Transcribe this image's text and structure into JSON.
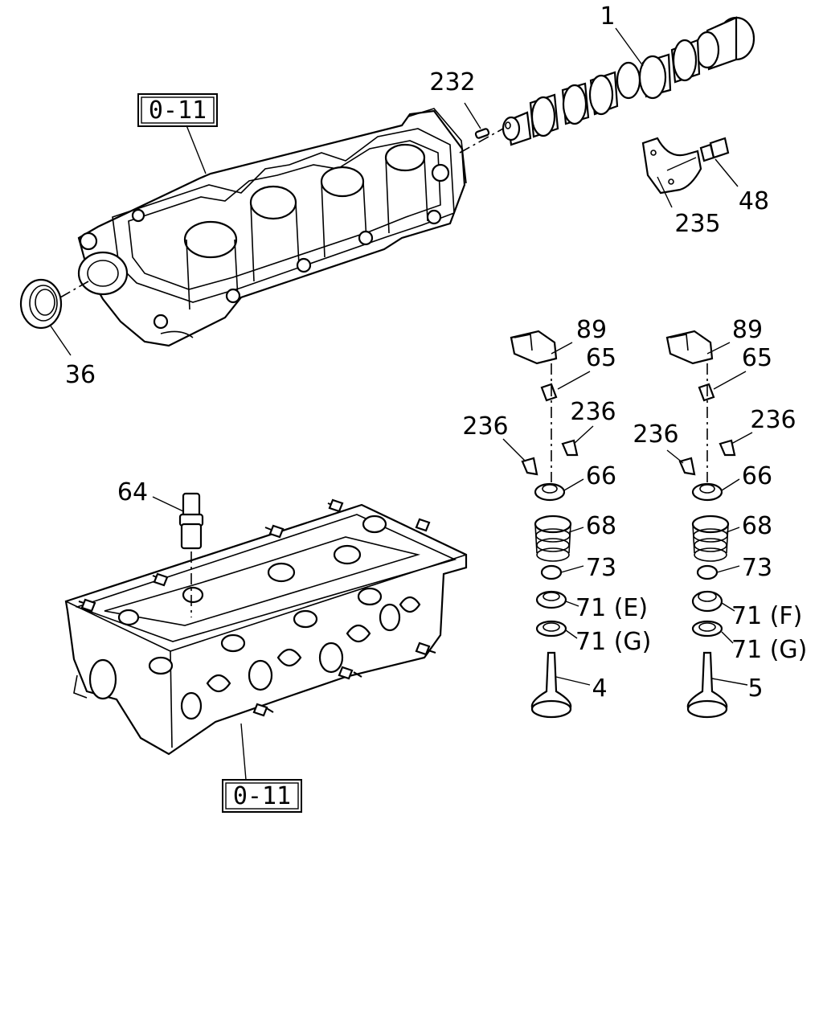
{
  "ref_boxes": {
    "top": "0-11",
    "bottom": "0-11"
  },
  "callouts": {
    "camshaft": "1",
    "pin": "232",
    "bracket": "235",
    "bolt": "48",
    "oil_seal": "36",
    "tappet": "64",
    "left_rocker": "89",
    "left_cap": "65",
    "left_collet_a": "236",
    "left_collet_b": "236",
    "left_retainer": "66",
    "left_spring": "68",
    "left_stem_seal": "73",
    "left_seat_upper": "71 (E)",
    "left_seat_lower": "71 (G)",
    "left_valve": "4",
    "right_rocker": "89",
    "right_cap": "65",
    "right_collet_a": "236",
    "right_collet_b": "236",
    "right_retainer": "66",
    "right_spring": "68",
    "right_stem_seal": "73",
    "right_seat_upper": "71 (F)",
    "right_seat_lower": "71 (G)",
    "right_valve": "5"
  }
}
